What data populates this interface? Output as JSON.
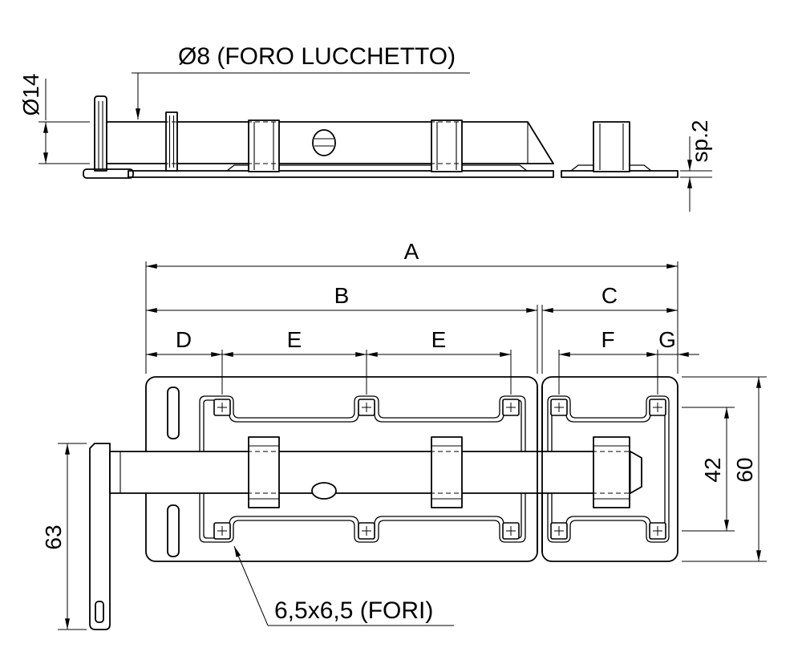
{
  "colors": {
    "background": "#ffffff",
    "ink": "#000000"
  },
  "side_view": {
    "rod_diameter": "Ø14",
    "padlock_hole_note": "Ø8 (FORO LUCCHETTO)",
    "thickness": "sp.2"
  },
  "plan_view": {
    "dims": {
      "a": "A",
      "b": "B",
      "c": "C",
      "d": "D",
      "e1": "E",
      "e2": "E",
      "f": "F",
      "g": "G"
    },
    "hasp_length": "63",
    "keeper_hole_pitch": "42",
    "plate_height": "60",
    "holes_note": "6,5x6,5 (FORI)"
  }
}
